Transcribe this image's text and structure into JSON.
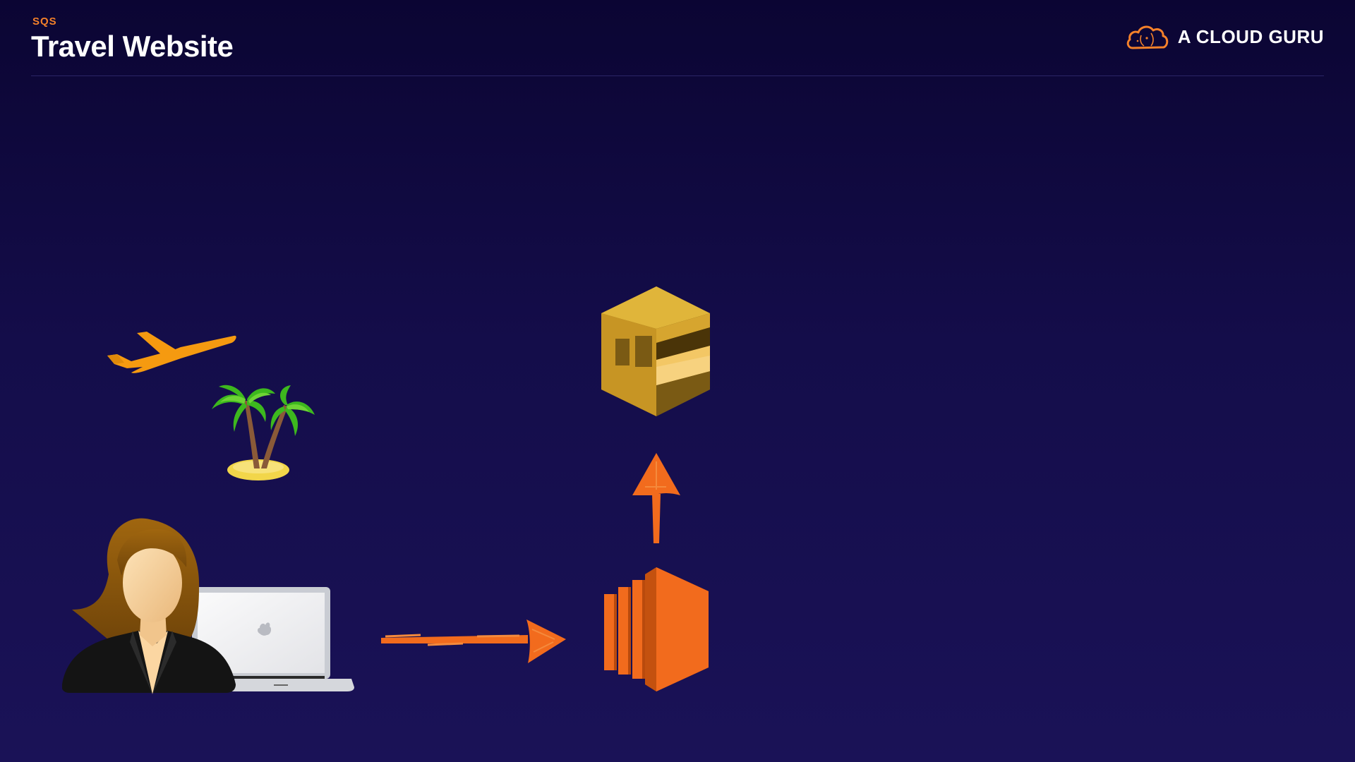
{
  "header": {
    "eyebrow": "SQS",
    "title": "Travel Website"
  },
  "brand": {
    "name": "A CLOUD GURU",
    "icon": "cloud-logo-icon"
  },
  "diagram": {
    "nodes": [
      {
        "id": "user",
        "icon": "user-with-laptop-icon"
      },
      {
        "id": "airplane",
        "icon": "airplane-icon"
      },
      {
        "id": "island",
        "icon": "palm-island-icon"
      },
      {
        "id": "ec2",
        "icon": "aws-ec2-icon"
      },
      {
        "id": "sqs",
        "icon": "aws-sqs-icon"
      }
    ],
    "edges": [
      {
        "from": "user",
        "to": "ec2"
      },
      {
        "from": "ec2",
        "to": "sqs"
      }
    ]
  },
  "colors": {
    "background": "#140d4a",
    "accent": "#f4812a",
    "ec2": "#f26b1d",
    "sqs": "#d9a52b"
  }
}
